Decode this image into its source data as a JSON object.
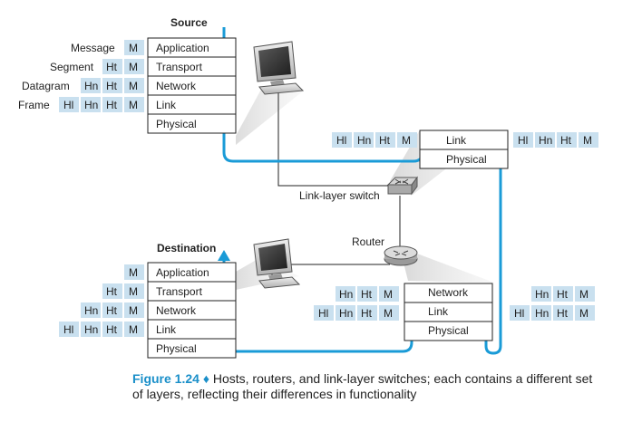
{
  "labels": {
    "source": "Source",
    "destination": "Destination",
    "router": "Router",
    "switch": "Link-layer switch"
  },
  "pdu_names": [
    "Message",
    "Segment",
    "Datagram",
    "Frame"
  ],
  "headers": {
    "link": "Hl",
    "network": "Hn",
    "transport": "Ht",
    "message": "M"
  },
  "layers": {
    "application": "Application",
    "transport": "Transport",
    "network": "Network",
    "link": "Link",
    "physical": "Physical"
  },
  "caption": {
    "number": "Figure 1.24",
    "symbol": "♦",
    "text": "Hosts, routers, and link-layer switches; each contains a different set of layers, reflecting their differences in functionality"
  },
  "colors": {
    "path": "#1a9bd7",
    "header_bg": "#c9e0ef",
    "caption_accent": "#1a8fc9"
  }
}
